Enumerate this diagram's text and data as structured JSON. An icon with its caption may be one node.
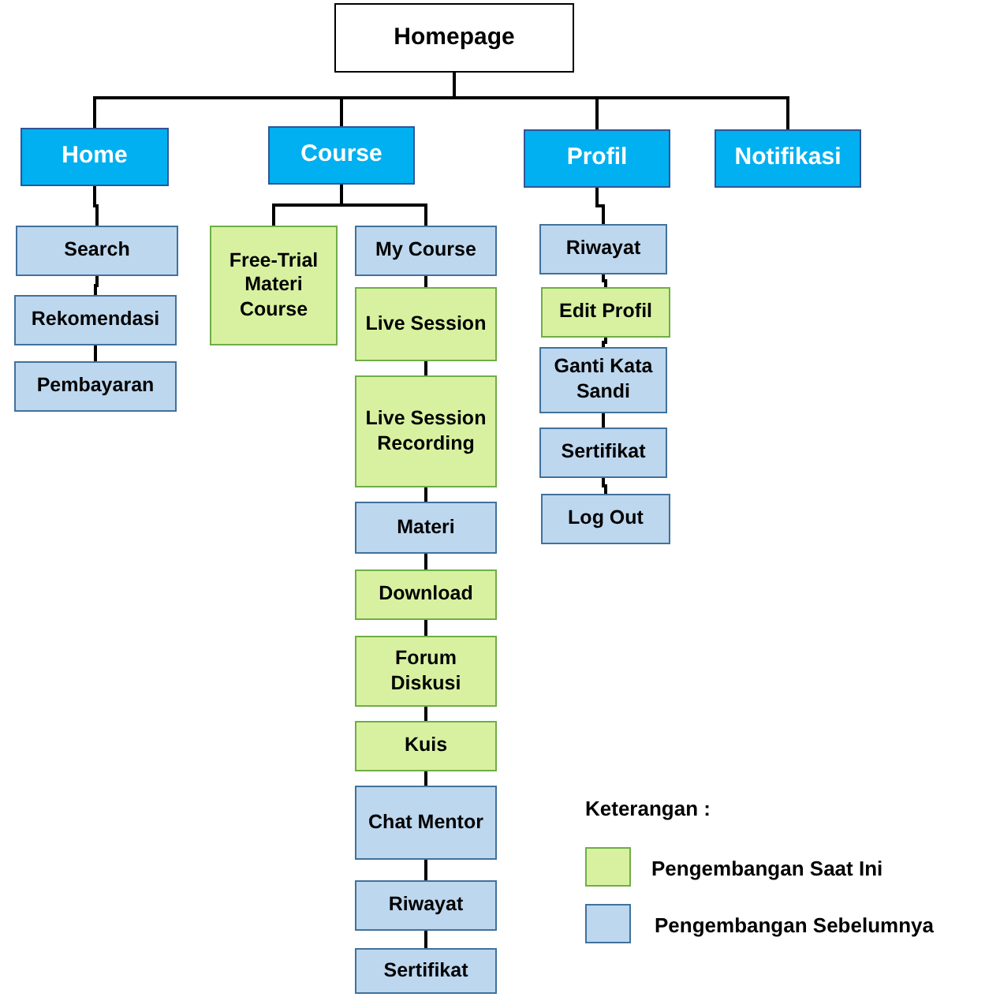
{
  "diagram": {
    "nodes": [
      {
        "text": [
          "Homepage"
        ]
      },
      {
        "text": [
          "Home"
        ]
      },
      {
        "text": [
          "Course"
        ]
      },
      {
        "text": [
          "Profil"
        ]
      },
      {
        "text": [
          "Notifikasi"
        ]
      },
      {
        "text": [
          "Search"
        ]
      },
      {
        "text": [
          "Rekomendasi"
        ]
      },
      {
        "text": [
          "Pembayaran"
        ]
      },
      {
        "text": [
          "Free-Trial Materi Course"
        ]
      },
      {
        "text": [
          "My Course"
        ]
      },
      {
        "text": [
          "Live Session"
        ]
      },
      {
        "text": [
          "Live Session Recording"
        ]
      },
      {
        "text": [
          "Materi"
        ]
      },
      {
        "text": [
          "Download"
        ]
      },
      {
        "text": [
          "Forum Diskusi"
        ]
      },
      {
        "text": [
          "Kuis"
        ]
      },
      {
        "text": [
          "Chat Mentor"
        ]
      },
      {
        "text": [
          "Riwayat"
        ]
      },
      {
        "text": [
          "Sertifikat"
        ]
      },
      {
        "text": [
          "Riwayat"
        ]
      },
      {
        "text": [
          "Edit Profil"
        ]
      },
      {
        "text": [
          "Ganti Kata Sandi"
        ]
      },
      {
        "text": [
          "Sertifikat"
        ]
      },
      {
        "text": [
          "Log Out"
        ]
      }
    ],
    "edges": [
      {
        "from": 0,
        "to": 1,
        "arrow": "none"
      },
      {
        "from": 0,
        "to": 2,
        "arrow": "none"
      },
      {
        "from": 0,
        "to": 3,
        "arrow": "none"
      },
      {
        "from": 0,
        "to": 4,
        "arrow": "none"
      },
      {
        "from": 1,
        "to": 5,
        "arrow": "none"
      },
      {
        "from": 5,
        "to": 6,
        "arrow": "none"
      },
      {
        "from": 6,
        "to": 7,
        "arrow": "none"
      },
      {
        "from": 2,
        "to": 8,
        "arrow": "none"
      },
      {
        "from": 2,
        "to": 9,
        "arrow": "none"
      },
      {
        "from": 9,
        "to": 10,
        "arrow": "none"
      },
      {
        "from": 10,
        "to": 11,
        "arrow": "none"
      },
      {
        "from": 11,
        "to": 12,
        "arrow": "none"
      },
      {
        "from": 12,
        "to": 13,
        "arrow": "none"
      },
      {
        "from": 13,
        "to": 14,
        "arrow": "none"
      },
      {
        "from": 14,
        "to": 15,
        "arrow": "none"
      },
      {
        "from": 15,
        "to": 16,
        "arrow": "none"
      },
      {
        "from": 16,
        "to": 17,
        "arrow": "none"
      },
      {
        "from": 17,
        "to": 18,
        "arrow": "none"
      },
      {
        "from": 3,
        "to": 19,
        "arrow": "none"
      },
      {
        "from": 19,
        "to": 20,
        "arrow": "none"
      },
      {
        "from": 20,
        "to": 21,
        "arrow": "none"
      },
      {
        "from": 21,
        "to": 22,
        "arrow": "none"
      },
      {
        "from": 22,
        "to": 23,
        "arrow": "none"
      }
    ],
    "labels": [
      "Keterangan :"
    ],
    "legend": [
      {
        "text": "Pengembangan Saat Ini",
        "color": "#d8f1a0"
      },
      {
        "text": "Pengembangan Sebelumnya",
        "color": "#bdd7ee"
      }
    ]
  }
}
